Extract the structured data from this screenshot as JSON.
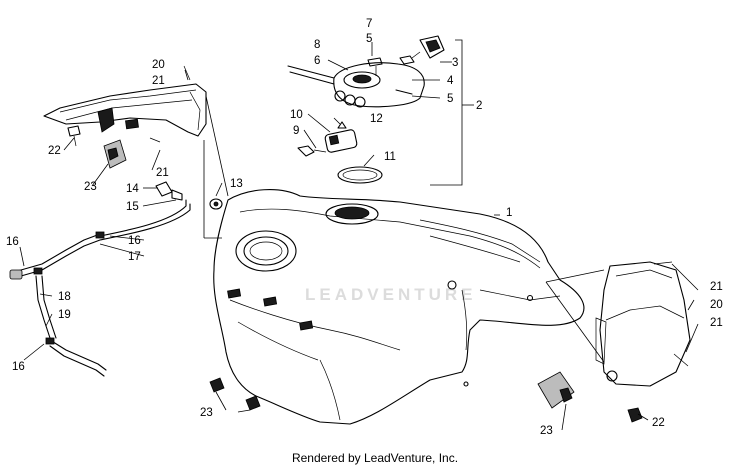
{
  "watermark": "LEADVENTURE",
  "credit": "Rendered by LeadVenture, Inc.",
  "callouts": [
    "1",
    "2",
    "3",
    "4",
    "5",
    "5",
    "6",
    "7",
    "8",
    "9",
    "10",
    "11",
    "12",
    "13",
    "14",
    "15",
    "16",
    "16",
    "16",
    "17",
    "18",
    "19",
    "20",
    "20",
    "21",
    "21",
    "21",
    "21",
    "22",
    "22",
    "23",
    "23",
    "23"
  ],
  "colors": {
    "line": "#000000",
    "background": "#ffffff",
    "watermark": "#dcdcdc"
  }
}
